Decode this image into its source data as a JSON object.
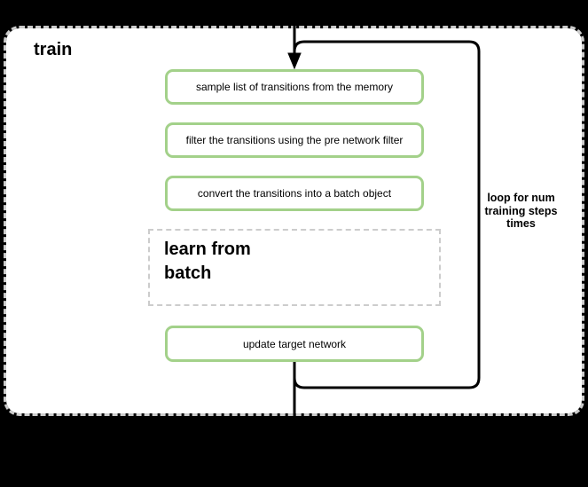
{
  "diagram": {
    "title": "train",
    "steps": [
      {
        "label": "sample list of transitions from the memory"
      },
      {
        "label": "filter the transitions using the pre network filter"
      },
      {
        "label": "convert the transitions into a batch object"
      }
    ],
    "subprocess": {
      "label": "learn from\nbatch"
    },
    "final_step": {
      "label": "update target network"
    },
    "loop_annotation": "loop for num\ntraining steps\ntimes",
    "colors": {
      "background": "#000000",
      "container_fill": "#ffffff",
      "container_border": "#cccccc",
      "box_fill": "#ffffff",
      "step_border": "#a3d18a",
      "connector": "#000000",
      "text": "#000000"
    }
  }
}
